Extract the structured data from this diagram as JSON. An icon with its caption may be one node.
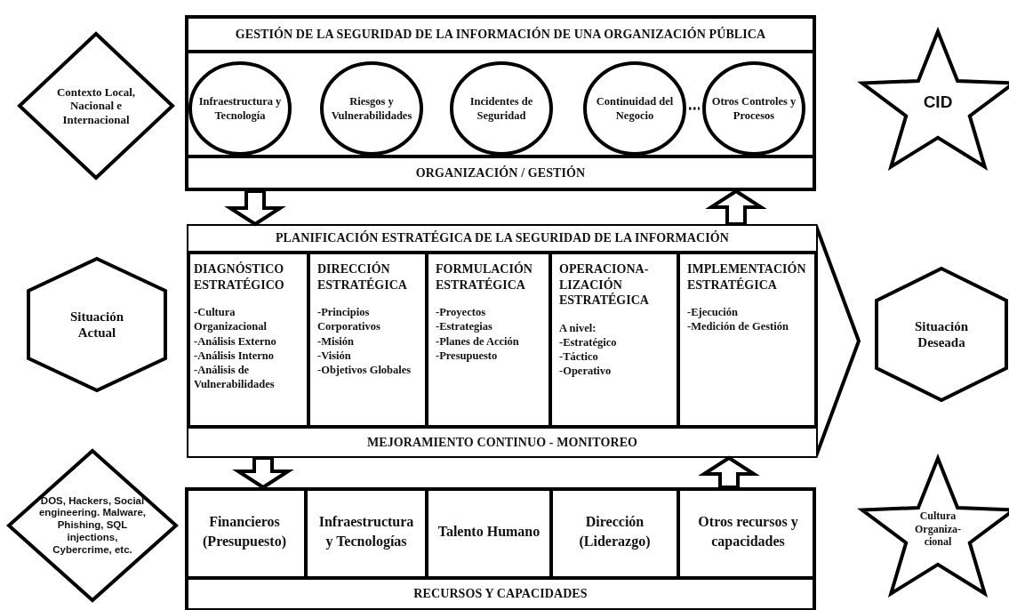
{
  "diagram": {
    "nodes": [
      {
        "text": [
          "Contexto Local, Nacional e Internacional"
        ]
      },
      {
        "text": [
          "GESTIÓN DE LA SEGURIDAD DE LA INFORMACIÓN DE UNA ORGANIZACIÓN PÚBLICA",
          "ORGANIZACIÓN / GESTIÓN"
        ]
      },
      {
        "text": [
          "Infraestructura y Tecnología"
        ],
        "in": 1
      },
      {
        "text": [
          "Riesgos y Vulnerabilidades"
        ],
        "in": 1
      },
      {
        "text": [
          "Incidentes de Seguridad"
        ],
        "in": 1
      },
      {
        "text": [
          "Continuidad del Negocio"
        ],
        "in": 1
      },
      {
        "text": [
          "Otros Controles y Procesos"
        ],
        "in": 1
      },
      {
        "text": [
          "CID"
        ]
      },
      {
        "text": [
          "Situación Actual"
        ]
      },
      {
        "text": [
          "PLANIFICACIÓN ESTRATÉGICA DE LA SEGURIDAD DE LA INFORMACIÓN",
          "MEJORAMIENTO CONTINUO - MONITOREO"
        ]
      },
      {
        "text": [
          "DIAGNÓSTICO ESTRATÉGICO",
          "-Cultura Organizacional",
          "-Análisis Externo",
          "-Análisis Interno",
          "-Análisis de Vulnerabilidades"
        ],
        "in": 9
      },
      {
        "text": [
          "DIRECCIÓN ESTRATÉGICA",
          "-Principios Corporativos",
          "-Misión",
          "-Visión",
          "-Objetivos Globales"
        ],
        "in": 9
      },
      {
        "text": [
          "FORMULACIÓN ESTRATÉGICA",
          "-Proyectos",
          "-Estrategias",
          "-Planes de Acción",
          "-Presupuesto"
        ],
        "in": 9
      },
      {
        "text": [
          "OPERACIONA- LIZACIÓN ESTRATÉGICA",
          "A nivel:",
          "-Estratégico",
          "-Táctico",
          "-Operativo"
        ],
        "in": 9
      },
      {
        "text": [
          "IMPLEMENTACIÓN ESTRATÉGICA",
          "-Ejecución",
          "-Medición de Gestión"
        ],
        "in": 9
      },
      {
        "text": [
          "Situación Deseada"
        ]
      },
      {
        "text": [
          "DOS, Hackers, Social engineering. Malware, Phishing, SQL injections, Cybercrime, etc."
        ]
      },
      {
        "text": [
          "RECURSOS Y CAPACIDADES"
        ]
      },
      {
        "text": [
          "Financieros (Presupuesto)"
        ],
        "in": 17
      },
      {
        "text": [
          "Infraestructura y Tecnologías"
        ],
        "in": 17
      },
      {
        "text": [
          "Talento Humano"
        ],
        "in": 17
      },
      {
        "text": [
          "Dirección (Liderazgo)"
        ],
        "in": 17
      },
      {
        "text": [
          "Otros recursos y capacidades"
        ],
        "in": 17
      },
      {
        "text": [
          "Cultura Organiza- cional"
        ]
      }
    ],
    "edges": [
      {
        "from": 5,
        "to": 6,
        "arrow": "none",
        "style": "dashed"
      },
      {
        "from": 1,
        "to": 9,
        "arrow": "to",
        "style": "thick"
      },
      {
        "from": 9,
        "to": 1,
        "arrow": "to",
        "style": "thick"
      },
      {
        "from": 9,
        "to": 17,
        "arrow": "to",
        "style": "thick"
      },
      {
        "from": 17,
        "to": 9,
        "arrow": "to",
        "style": "thick"
      }
    ]
  }
}
